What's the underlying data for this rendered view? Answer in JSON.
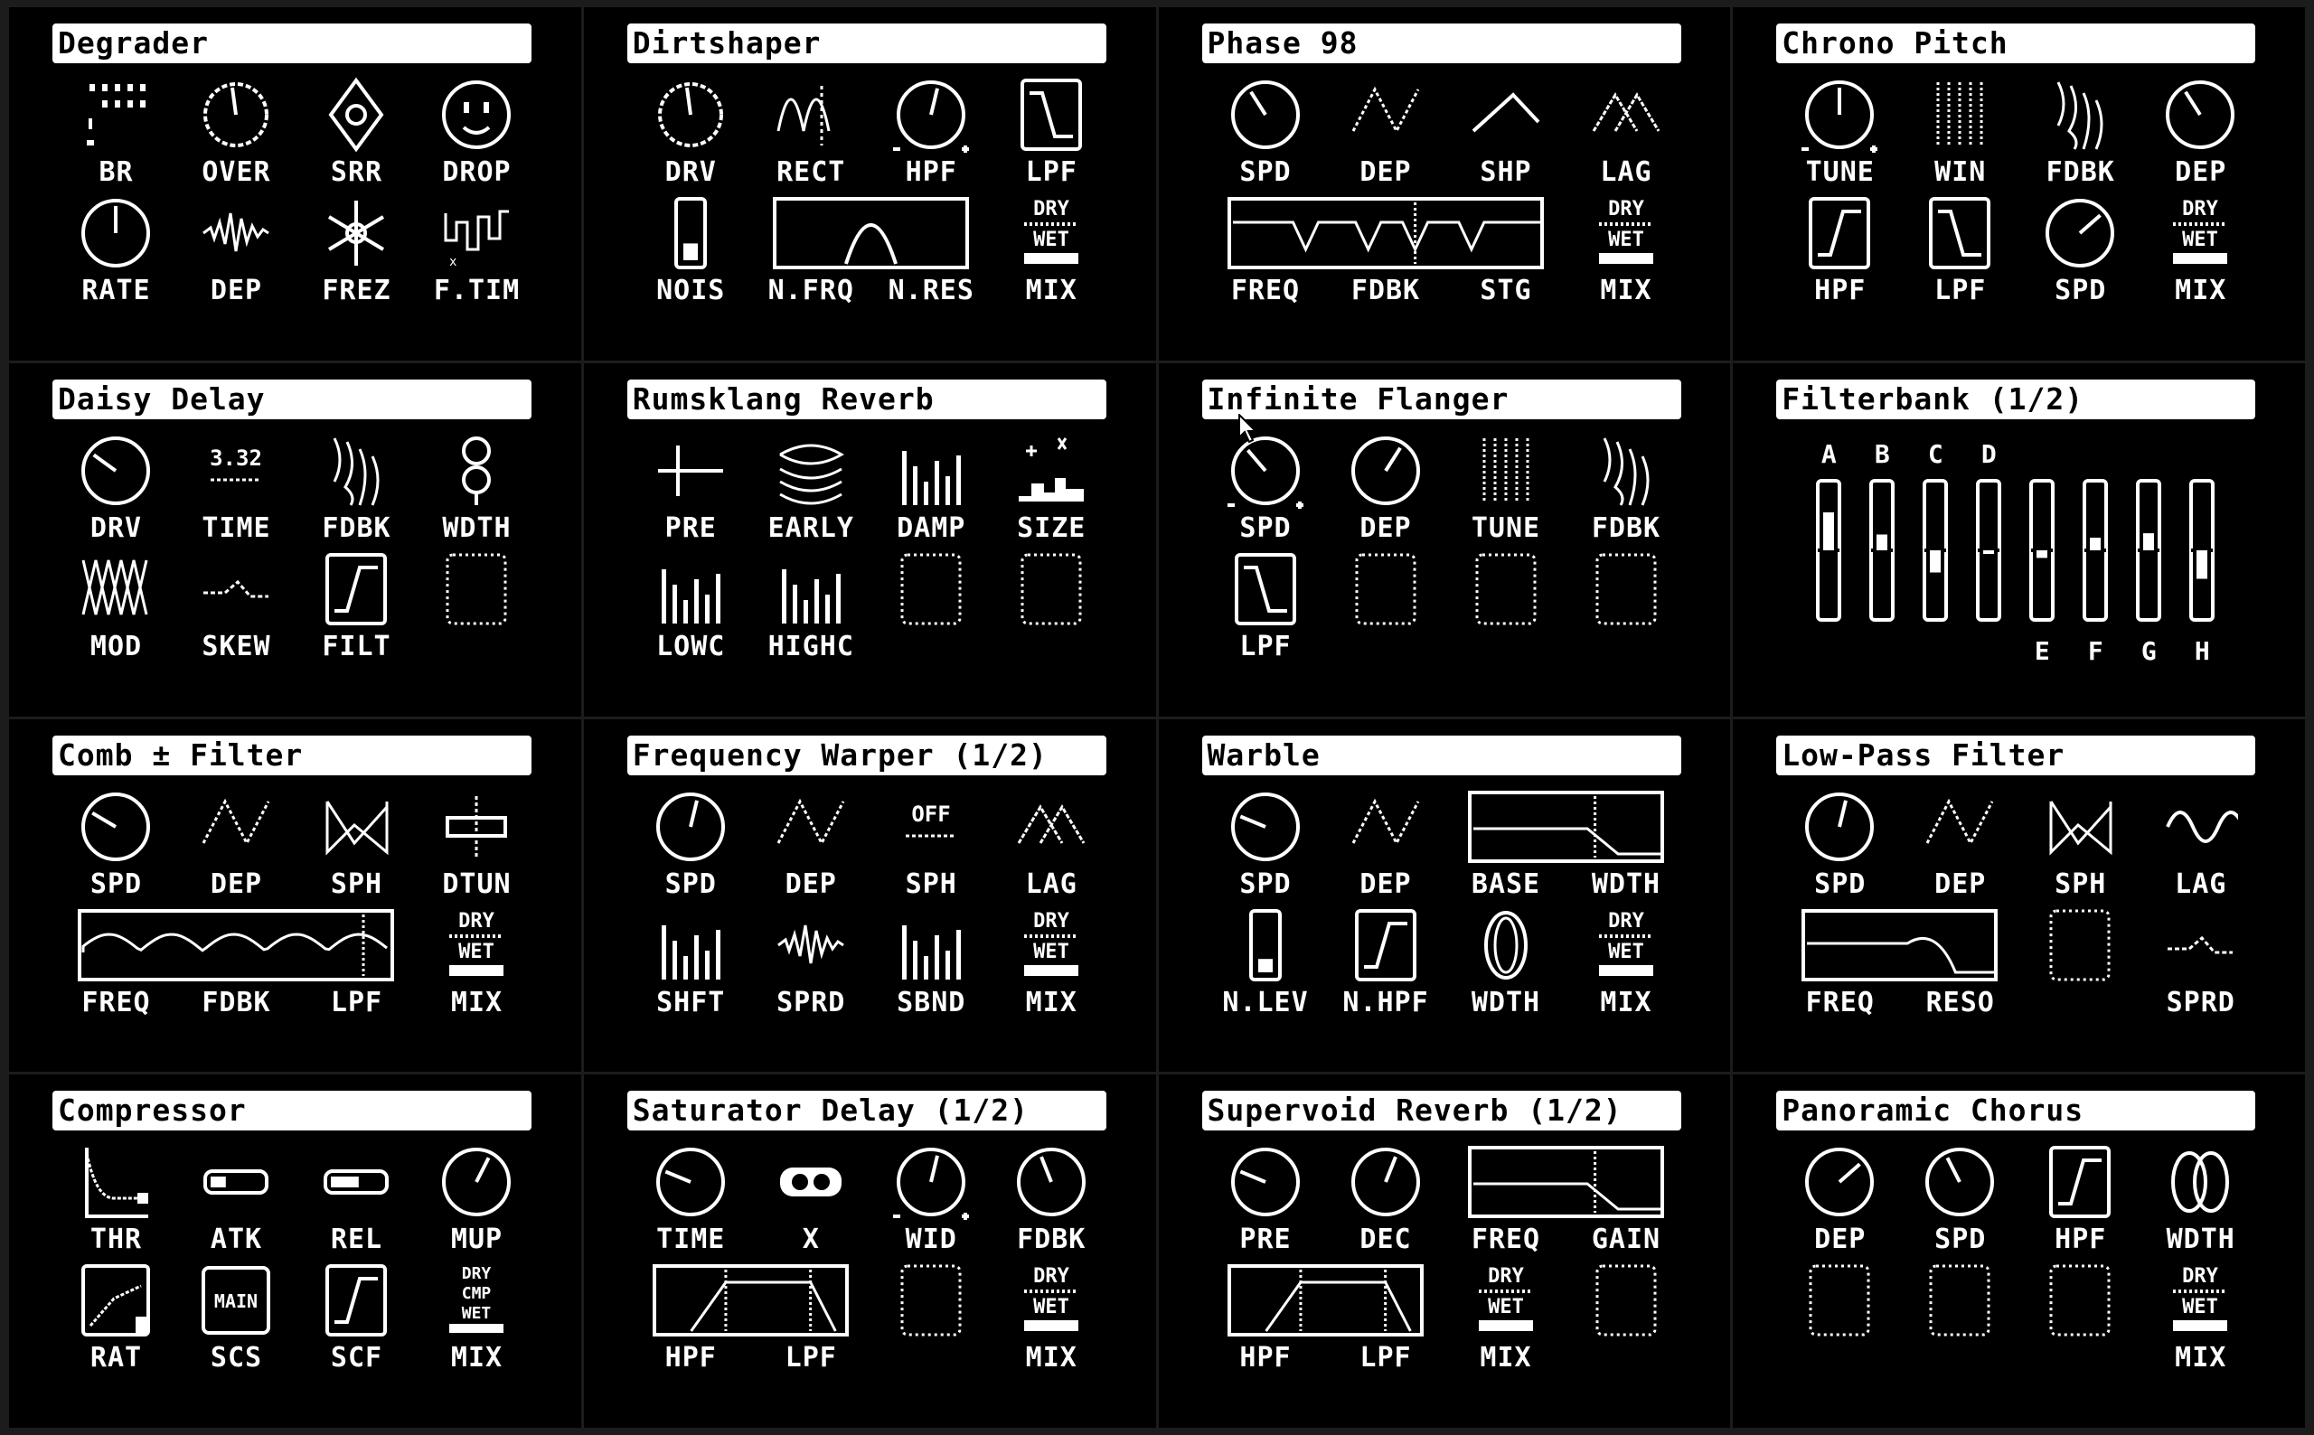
{
  "accent": "#ffffff",
  "panels": [
    {
      "title": "Degrader",
      "rows": [
        {
          "icons": [
            {
              "type": "bits",
              "name": "bitrate"
            },
            {
              "type": "gear",
              "name": "oversample"
            },
            {
              "type": "diamond",
              "name": "sample-rate"
            },
            {
              "type": "smiley",
              "name": "drop"
            }
          ],
          "labels": [
            "BR",
            "OVER",
            "SRR",
            "DROP"
          ]
        },
        {
          "icons": [
            {
              "type": "knob",
              "value": 0.5,
              "name": "rate-knob"
            },
            {
              "type": "wave",
              "name": "depth-wave"
            },
            {
              "type": "snow",
              "name": "freeze"
            },
            {
              "type": "square",
              "name": "freeze-time"
            }
          ],
          "labels": [
            "RATE",
            "DEP",
            "FREZ",
            "F.TIM"
          ]
        }
      ]
    },
    {
      "title": "Dirtshaper",
      "rows": [
        {
          "icons": [
            {
              "type": "gear",
              "name": "drive"
            },
            {
              "type": "rect",
              "name": "rectify"
            },
            {
              "type": "knobpm",
              "value": 0.55,
              "name": "hpf-knob"
            },
            {
              "type": "lpf",
              "name": "lpf-box"
            }
          ],
          "labels": [
            "DRV",
            "RECT",
            "HPF",
            "LPF"
          ]
        },
        {
          "icons": [
            {
              "type": "slider",
              "value": 0.35,
              "name": "noise-slider"
            },
            {
              "type": "bandpass",
              "span": 2,
              "name": "noise-filter-graph"
            },
            {
              "type": "mix",
              "name": "mix"
            }
          ],
          "labels": [
            "NOIS",
            "N.FRQ",
            "N.RES",
            "MIX"
          ]
        }
      ]
    },
    {
      "title": "Phase 98",
      "rows": [
        {
          "icons": [
            {
              "type": "knob",
              "value": 0.38,
              "name": "speed-knob"
            },
            {
              "type": "tri",
              "name": "depth"
            },
            {
              "type": "ramp",
              "name": "shape"
            },
            {
              "type": "cross",
              "name": "lag"
            }
          ],
          "labels": [
            "SPD",
            "DEP",
            "SHP",
            "LAG"
          ]
        },
        {
          "icons": [
            {
              "type": "notch",
              "span": 3,
              "name": "phaser-graph"
            },
            {
              "type": "mix",
              "name": "mix"
            }
          ],
          "labels": [
            "FREQ",
            "FDBK",
            "STG",
            "MIX"
          ]
        }
      ]
    },
    {
      "title": "Chrono Pitch",
      "rows": [
        {
          "icons": [
            {
              "type": "knobpm",
              "value": 0.5,
              "name": "tune-knob"
            },
            {
              "type": "hatch",
              "name": "window"
            },
            {
              "type": "waves",
              "name": "feedback"
            },
            {
              "type": "knob",
              "value": 0.38,
              "name": "depth-knob"
            }
          ],
          "labels": [
            "TUNE",
            "WIN",
            "FDBK",
            "DEP"
          ]
        },
        {
          "icons": [
            {
              "type": "hpf",
              "name": "hpf-box"
            },
            {
              "type": "lpf",
              "name": "lpf-box"
            },
            {
              "type": "knob",
              "value": 0.68,
              "name": "speed-knob"
            },
            {
              "type": "mix",
              "name": "mix"
            }
          ],
          "labels": [
            "HPF",
            "LPF",
            "SPD",
            "MIX"
          ]
        }
      ]
    },
    {
      "title": "Daisy Delay",
      "rows": [
        {
          "icons": [
            {
              "type": "knob",
              "value": 0.3,
              "name": "drive-knob"
            },
            {
              "type": "text",
              "text": "3.32",
              "name": "time-readout"
            },
            {
              "type": "waves",
              "name": "feedback"
            },
            {
              "type": "rings",
              "name": "width"
            }
          ],
          "labels": [
            "DRV",
            "TIME",
            "FDBK",
            "WDTH"
          ]
        },
        {
          "icons": [
            {
              "type": "zig",
              "name": "modulation"
            },
            {
              "type": "skew",
              "name": "skew"
            },
            {
              "type": "hpf",
              "name": "filter-box"
            },
            {
              "type": "empty",
              "name": "empty-slot"
            }
          ],
          "labels": [
            "MOD",
            "SKEW",
            "FILT",
            ""
          ]
        }
      ]
    },
    {
      "title": "Rumsklang Reverb",
      "rows": [
        {
          "icons": [
            {
              "type": "pre",
              "name": "predelay"
            },
            {
              "type": "layers",
              "name": "early"
            },
            {
              "type": "bars",
              "name": "damp"
            },
            {
              "type": "sparkle",
              "name": "size"
            }
          ],
          "labels": [
            "PRE",
            "EARLY",
            "DAMP",
            "SIZE"
          ]
        },
        {
          "icons": [
            {
              "type": "bars",
              "name": "low-cut"
            },
            {
              "type": "bars",
              "name": "high-cut"
            },
            {
              "type": "empty",
              "name": "empty-slot"
            },
            {
              "type": "empty",
              "name": "empty-slot"
            }
          ],
          "labels": [
            "LOWC",
            "HIGHC",
            "",
            ""
          ]
        }
      ]
    },
    {
      "title": "Infinite Flanger",
      "rows": [
        {
          "icons": [
            {
              "type": "knobpm",
              "value": 0.35,
              "name": "speed-knob"
            },
            {
              "type": "knob",
              "value": 0.62,
              "name": "depth-knob"
            },
            {
              "type": "hatch",
              "name": "tune"
            },
            {
              "type": "waves",
              "name": "feedback"
            }
          ],
          "labels": [
            "SPD",
            "DEP",
            "TUNE",
            "FDBK"
          ]
        },
        {
          "icons": [
            {
              "type": "lpf",
              "name": "lpf-box"
            },
            {
              "type": "empty",
              "name": "empty-slot"
            },
            {
              "type": "empty",
              "name": "empty-slot"
            },
            {
              "type": "empty",
              "name": "empty-slot"
            }
          ],
          "labels": [
            "LPF",
            "",
            "",
            ""
          ]
        }
      ]
    },
    {
      "title": "Filterbank (1/2)",
      "filterbank": {
        "top_labels": [
          "A",
          "B",
          "C",
          "D"
        ],
        "bottom_labels": [
          "E",
          "F",
          "G",
          "H"
        ],
        "values": [
          0.6,
          0.25,
          -0.35,
          -0.05,
          -0.12,
          0.2,
          0.27,
          -0.45
        ]
      }
    },
    {
      "title": "Comb ± Filter",
      "rows": [
        {
          "icons": [
            {
              "type": "knob",
              "value": 0.28,
              "name": "speed-knob"
            },
            {
              "type": "tri",
              "name": "depth"
            },
            {
              "type": "vee",
              "name": "shape"
            },
            {
              "type": "detune",
              "name": "detune"
            }
          ],
          "labels": [
            "SPD",
            "DEP",
            "SPH",
            "DTUN"
          ]
        },
        {
          "icons": [
            {
              "type": "comb",
              "span": 3,
              "name": "comb-graph"
            },
            {
              "type": "mix",
              "name": "mix"
            }
          ],
          "labels": [
            "FREQ",
            "FDBK",
            "LPF",
            "MIX"
          ]
        }
      ]
    },
    {
      "title": "Frequency Warper (1/2)",
      "rows": [
        {
          "icons": [
            {
              "type": "knob",
              "value": 0.55,
              "name": "speed-knob"
            },
            {
              "type": "tri",
              "name": "depth"
            },
            {
              "type": "text",
              "text": "OFF",
              "name": "shape-off"
            },
            {
              "type": "cross",
              "name": "lag"
            }
          ],
          "labels": [
            "SPD",
            "DEP",
            "SPH",
            "LAG"
          ]
        },
        {
          "icons": [
            {
              "type": "bars",
              "name": "shift"
            },
            {
              "type": "wave",
              "name": "spread"
            },
            {
              "type": "bars",
              "name": "sideband"
            },
            {
              "type": "mix",
              "name": "mix"
            }
          ],
          "labels": [
            "SHFT",
            "SPRD",
            "SBND",
            "MIX"
          ]
        }
      ]
    },
    {
      "title": "Warble",
      "rows": [
        {
          "icons": [
            {
              "type": "knob",
              "value": 0.25,
              "name": "speed-knob"
            },
            {
              "type": "tri",
              "name": "depth"
            },
            {
              "type": "lpfwide",
              "span": 2,
              "name": "base-width-graph"
            }
          ],
          "labels": [
            "SPD",
            "DEP",
            "BASE",
            "WDTH"
          ]
        },
        {
          "icons": [
            {
              "type": "slider",
              "value": 0.3,
              "name": "noise-level"
            },
            {
              "type": "hpf",
              "name": "noise-hpf"
            },
            {
              "type": "oval",
              "name": "width"
            },
            {
              "type": "mix",
              "name": "mix"
            }
          ],
          "labels": [
            "N.LEV",
            "N.HPF",
            "WDTH",
            "MIX"
          ]
        }
      ]
    },
    {
      "title": "Low-Pass Filter",
      "rows": [
        {
          "icons": [
            {
              "type": "knob",
              "value": 0.55,
              "name": "speed-knob"
            },
            {
              "type": "tri",
              "name": "depth"
            },
            {
              "type": "vee",
              "name": "shape"
            },
            {
              "type": "sine",
              "name": "lag"
            }
          ],
          "labels": [
            "SPD",
            "DEP",
            "SPH",
            "LAG"
          ]
        },
        {
          "icons": [
            {
              "type": "lpfreso",
              "span": 2,
              "name": "filter-graph"
            },
            {
              "type": "empty",
              "name": "empty-slot"
            },
            {
              "type": "skew",
              "name": "spread"
            }
          ],
          "labels": [
            "FREQ",
            "RESO",
            "",
            "SPRD"
          ]
        }
      ]
    },
    {
      "title": "Compressor",
      "rows": [
        {
          "icons": [
            {
              "type": "thr",
              "name": "threshold"
            },
            {
              "type": "pill",
              "value": 0.3,
              "name": "attack"
            },
            {
              "type": "pill",
              "value": 0.55,
              "name": "release"
            },
            {
              "type": "knob",
              "value": 0.6,
              "name": "makeup-knob"
            }
          ],
          "labels": [
            "THR",
            "ATK",
            "REL",
            "MUP"
          ]
        },
        {
          "icons": [
            {
              "type": "ratio",
              "name": "ratio"
            },
            {
              "type": "textbox",
              "text": "MAIN",
              "name": "sidechain-source"
            },
            {
              "type": "hpf",
              "name": "sidechain-filter"
            },
            {
              "type": "mixcmp",
              "name": "mix"
            }
          ],
          "labels": [
            "RAT",
            "SCS",
            "SCF",
            "MIX"
          ]
        }
      ]
    },
    {
      "title": "Saturator Delay (1/2)",
      "rows": [
        {
          "icons": [
            {
              "type": "knob",
              "value": 0.25,
              "name": "time-knob"
            },
            {
              "type": "toggle",
              "name": "cross"
            },
            {
              "type": "knobpm",
              "value": 0.55,
              "name": "width-knob"
            },
            {
              "type": "knob",
              "value": 0.42,
              "name": "feedback-knob"
            }
          ],
          "labels": [
            "TIME",
            "X",
            "WID",
            "FDBK"
          ]
        },
        {
          "icons": [
            {
              "type": "trap",
              "span": 2,
              "name": "hpf-lpf-graph"
            },
            {
              "type": "empty",
              "name": "empty-slot"
            },
            {
              "type": "mix",
              "name": "mix"
            }
          ],
          "labels": [
            "HPF",
            "LPF",
            "",
            "MIX"
          ]
        }
      ]
    },
    {
      "title": "Supervoid Reverb (1/2)",
      "rows": [
        {
          "icons": [
            {
              "type": "knob",
              "value": 0.25,
              "name": "predelay-knob"
            },
            {
              "type": "knob",
              "value": 0.58,
              "name": "decay-knob"
            },
            {
              "type": "lpfwide",
              "span": 2,
              "name": "freq-gain-graph"
            }
          ],
          "labels": [
            "PRE",
            "DEC",
            "FREQ",
            "GAIN"
          ]
        },
        {
          "icons": [
            {
              "type": "trap",
              "span": 2,
              "name": "hpf-lpf-graph"
            },
            {
              "type": "mix",
              "name": "mix"
            },
            {
              "type": "empty",
              "name": "empty-slot"
            }
          ],
          "labels": [
            "HPF",
            "LPF",
            "MIX",
            ""
          ]
        }
      ]
    },
    {
      "title": "Panoramic Chorus",
      "rows": [
        {
          "icons": [
            {
              "type": "knob",
              "value": 0.68,
              "name": "depth-knob"
            },
            {
              "type": "knob",
              "value": 0.4,
              "name": "speed-knob"
            },
            {
              "type": "hpf",
              "name": "hpf-box"
            },
            {
              "type": "rings2",
              "name": "width"
            }
          ],
          "labels": [
            "DEP",
            "SPD",
            "HPF",
            "WDTH"
          ]
        },
        {
          "icons": [
            {
              "type": "empty",
              "name": "empty-slot"
            },
            {
              "type": "empty",
              "name": "empty-slot"
            },
            {
              "type": "empty",
              "name": "empty-slot"
            },
            {
              "type": "mix",
              "name": "mix"
            }
          ],
          "labels": [
            "",
            "",
            "",
            "MIX"
          ]
        }
      ]
    }
  ]
}
